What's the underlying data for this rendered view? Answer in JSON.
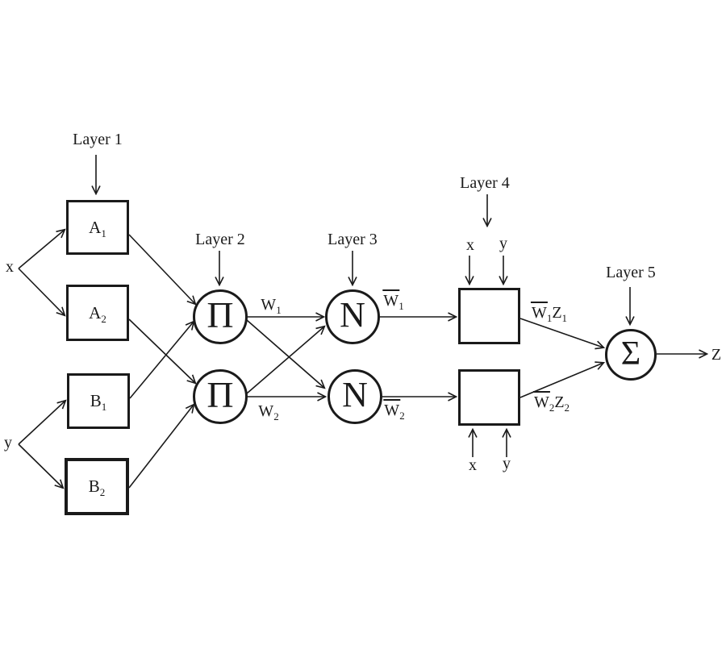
{
  "canvas": {
    "background": "#ffffff",
    "ink": "#1a1a1a"
  },
  "layer_labels": [
    {
      "label": "Layer 1"
    },
    {
      "label": "Layer 2"
    },
    {
      "label": "Layer 3"
    },
    {
      "label": "Layer 4"
    },
    {
      "label": "Layer 5"
    }
  ],
  "nodes": {
    "a1": {
      "base": "A",
      "sub": "1"
    },
    "a2": {
      "base": "A",
      "sub": "2"
    },
    "b1": {
      "base": "B",
      "sub": "1"
    },
    "b2": {
      "base": "B",
      "sub": "2"
    },
    "pi1": {
      "symbol": "Π"
    },
    "pi2": {
      "symbol": "Π"
    },
    "n1": {
      "symbol": "N"
    },
    "n2": {
      "symbol": "N"
    },
    "sum": {
      "symbol": "Σ"
    }
  },
  "inputs": {
    "left_x": "x",
    "left_y": "y",
    "top_x": "x",
    "top_y": "y",
    "bottom_x": "x",
    "bottom_y": "y"
  },
  "output": {
    "z": "Z"
  },
  "edge_labels": {
    "w1": {
      "base": "W",
      "sub": "1"
    },
    "w2": {
      "base": "W",
      "sub": "2"
    },
    "wbar1": {
      "over": "W",
      "sub": "1"
    },
    "wbar2": {
      "over": "W",
      "sub": "2"
    },
    "wz1": {
      "over": "W",
      "over_sub": "1",
      "base": "Z",
      "base_sub": "1"
    },
    "wz2": {
      "over": "W",
      "over_sub": "2",
      "base": "Z",
      "base_sub": "2"
    }
  }
}
